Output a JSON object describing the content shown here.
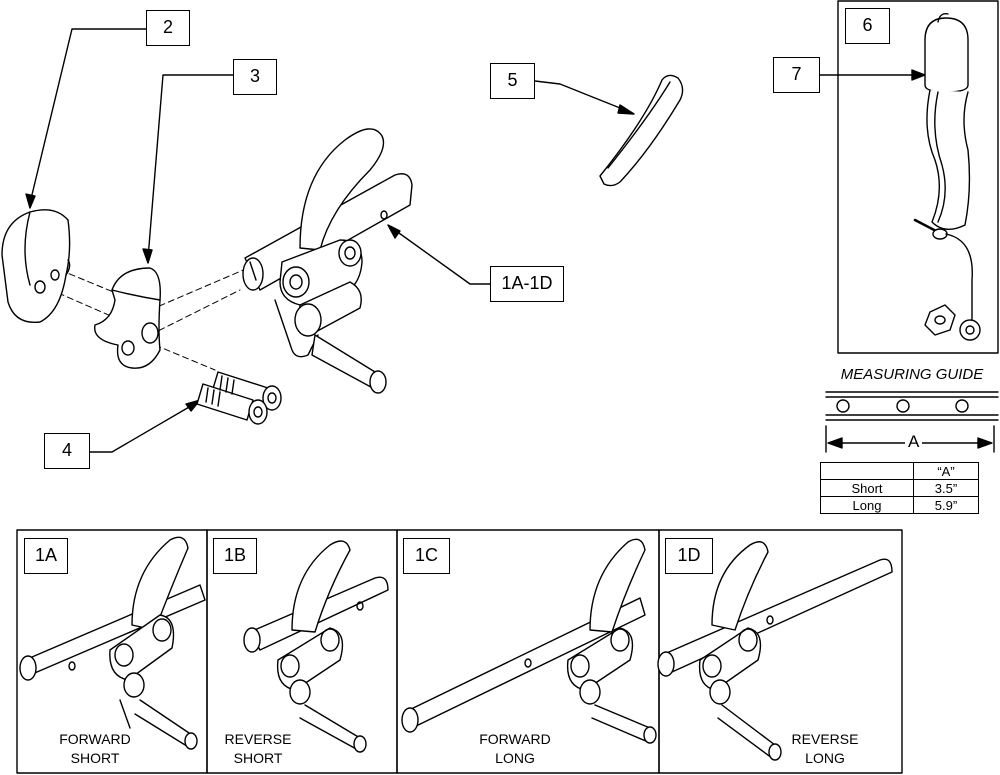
{
  "callouts": {
    "c2": "2",
    "c3": "3",
    "c4": "4",
    "c5": "5",
    "c6": "6",
    "c7": "7",
    "c1": "1A-1D"
  },
  "measuring_guide": {
    "title": "MEASURING GUIDE",
    "dimension_label": "A",
    "header": [
      "",
      "“A”"
    ],
    "rows": [
      {
        "name": "Short",
        "value": "3.5”"
      },
      {
        "name": "Long",
        "value": "5.9”"
      }
    ]
  },
  "variants": [
    {
      "code": "1A",
      "line1": "FORWARD",
      "line2": "SHORT"
    },
    {
      "code": "1B",
      "line1": "REVERSE",
      "line2": "SHORT"
    },
    {
      "code": "1C",
      "line1": "FORWARD",
      "line2": "LONG"
    },
    {
      "code": "1D",
      "line1": "REVERSE",
      "line2": "LONG"
    }
  ]
}
